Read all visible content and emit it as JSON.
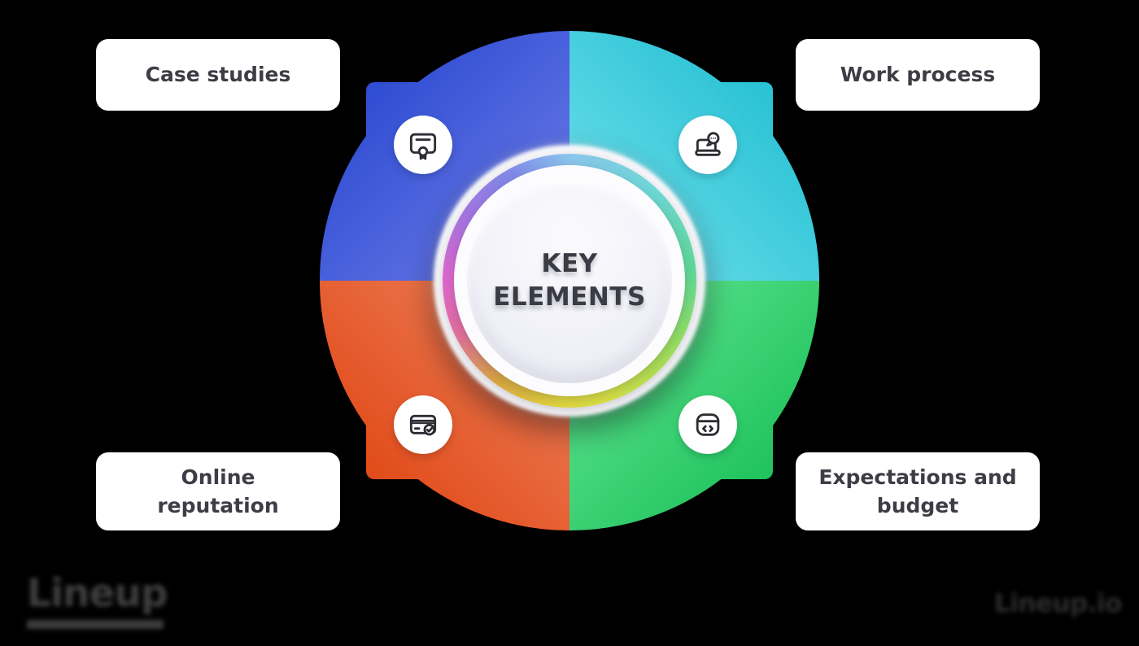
{
  "center": {
    "title": "KEY\nELEMENTS"
  },
  "cards": [
    {
      "id": "case-studies",
      "text": "Case studies",
      "position": "top-left",
      "icon": "certificate-icon",
      "quadrant_color_outer": "#2e4cd2",
      "quadrant_color_inner": "#7280ea"
    },
    {
      "id": "work-process",
      "text": "Work process",
      "position": "top-right",
      "icon": "laptop-chat-icon",
      "quadrant_color_outer": "#28c1d4",
      "quadrant_color_inner": "#76e3ee"
    },
    {
      "id": "online-reputation",
      "text": "Online\nreputation",
      "position": "bottom-left",
      "icon": "card-check-icon",
      "quadrant_color_outer": "#e14a18",
      "quadrant_color_inner": "#ee8662"
    },
    {
      "id": "expectations-budget",
      "text": "Expectations and\nbudget",
      "position": "bottom-right",
      "icon": "window-code-icon",
      "quadrant_color_outer": "#1ec25c",
      "quadrant_color_inner": "#69e998"
    }
  ],
  "colors": {
    "background": "#000000",
    "card_background": "#ffffff",
    "card_text": "#3d3d46",
    "center_disc": "#f1f1f8",
    "center_text": "#3b3b45",
    "icon_stroke": "#2c2c33",
    "rainbow_ring": [
      "#8bc5ec",
      "#6fd7d8",
      "#5ed897",
      "#d6e243",
      "#dba93e",
      "#e067cb",
      "#a673df",
      "#7f8ae8"
    ]
  },
  "watermarks": {
    "left": "Lineup",
    "right": "Lineup.io"
  }
}
